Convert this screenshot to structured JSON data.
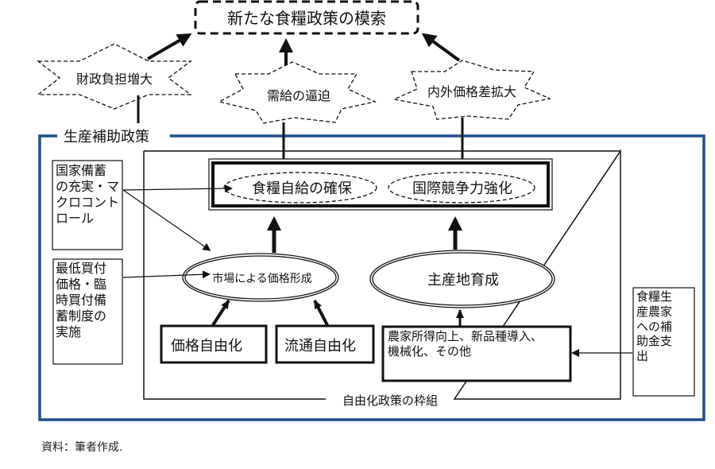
{
  "diagram": {
    "goal": {
      "label": "新たな食糧政策の模索"
    },
    "pressures": [
      {
        "id": "fiscal",
        "label": "財政負担増大"
      },
      {
        "id": "supply",
        "label": "需給の逼迫"
      },
      {
        "id": "price_gap",
        "label": "内外価格差拡大"
      }
    ],
    "frames": {
      "outer": {
        "label": "生産補助政策",
        "color": "#1f4e8c"
      },
      "inner": {
        "label": "自由化政策の枠組"
      }
    },
    "objectives": [
      {
        "id": "self_sufficiency",
        "label": "食糧自給の確保"
      },
      {
        "id": "competitiveness",
        "label": "国際競争力強化"
      }
    ],
    "mechanisms": [
      {
        "id": "market_price",
        "label": "市場による価格形成"
      },
      {
        "id": "production_area",
        "label": "主産地育成"
      }
    ],
    "measures": [
      {
        "id": "price_liberalization",
        "label": "価格自由化"
      },
      {
        "id": "distribution_liberalization",
        "label": "流通自由化"
      },
      {
        "id": "farmer_support",
        "label": "農家所得向上、新品種導入、\n機械化、その他"
      }
    ],
    "side_boxes": [
      {
        "id": "national_reserve",
        "label": "国家備蓄\nの充実・マ\nクロコント\nロール"
      },
      {
        "id": "min_purchase",
        "label": "最低買付\n価格・臨\n時買付備\n蓄制度の\n実施"
      },
      {
        "id": "subsidy",
        "label": "食糧生\n産農家\nへの補\n助金支\n出"
      }
    ]
  },
  "caption": "資料：筆者作成."
}
